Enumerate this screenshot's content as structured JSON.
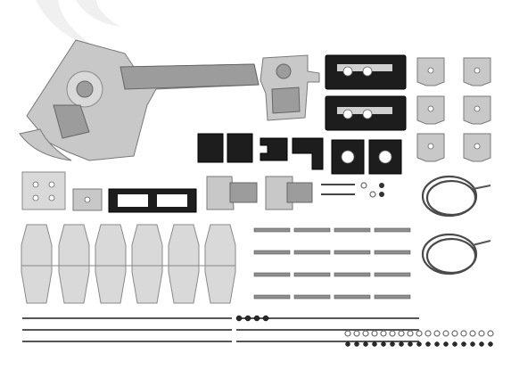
{
  "image": {
    "subject": "hardware kit",
    "background_color": "#ffffff",
    "parts": [
      "door-latch-handle",
      "latch-keeper",
      "black-cam-keepers",
      "corner-brackets",
      "black-rubber-bumpers",
      "black-brackets",
      "plate-bracket",
      "small-plate",
      "black-frame-bracket",
      "hinge-blocks",
      "cotter-pins",
      "cables-with-hooks",
      "strap-hinges",
      "carriage-bolts",
      "screws-bolts-nuts-washers"
    ]
  }
}
